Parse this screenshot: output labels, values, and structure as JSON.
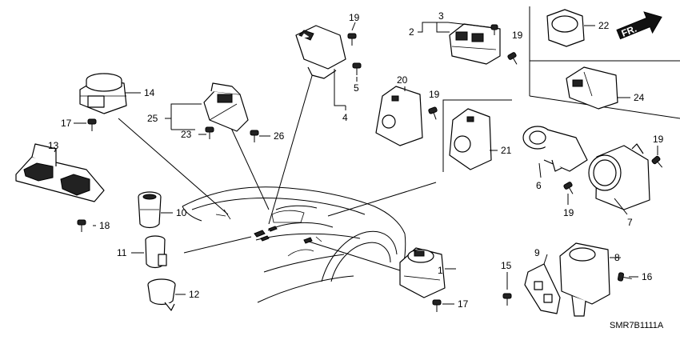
{
  "diagram": {
    "direction_label": "FR.",
    "code": "SMR7B1111A",
    "callouts": {
      "c1": "1",
      "c2": "2",
      "c3": "3",
      "c4": "4",
      "c5": "5",
      "c6": "6",
      "c7": "7",
      "c8": "8",
      "c9": "9",
      "c10": "10",
      "c11": "11",
      "c12": "12",
      "c13": "13",
      "c14": "14",
      "c15": "15",
      "c16": "16",
      "c17a": "17",
      "c17b": "17",
      "c18": "18",
      "c19a": "19",
      "c19b": "19",
      "c19c": "19",
      "c19d": "19",
      "c19e": "19",
      "c20": "20",
      "c21": "21",
      "c22": "22",
      "c23": "23",
      "c24": "24",
      "c25": "25",
      "c26": "26"
    },
    "icons": {
      "screw": "screw-icon",
      "arrow": "front-direction-arrow-icon"
    }
  }
}
